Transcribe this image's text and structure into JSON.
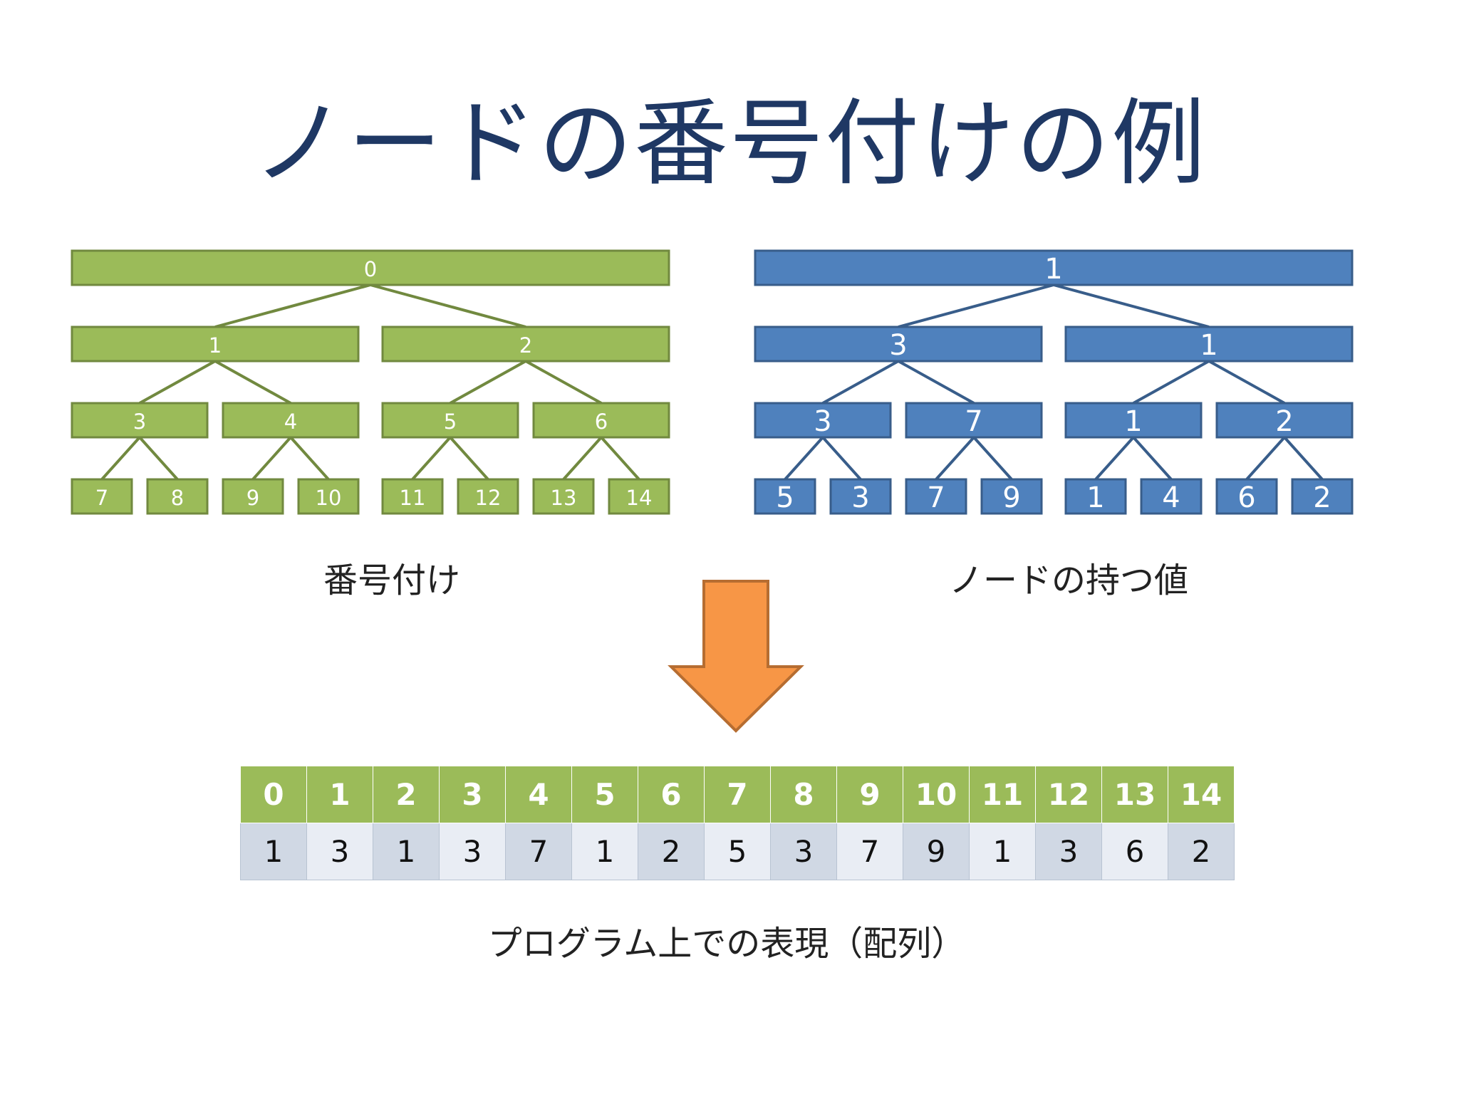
{
  "title": "ノードの番号付けの例",
  "colors": {
    "title": "#1f3864",
    "green_fill": "#9bbb59",
    "green_stroke": "#71893f",
    "blue_fill": "#4f81bd",
    "blue_stroke": "#385d8a",
    "arrow_fill": "#f79646",
    "arrow_stroke": "#b66d31"
  },
  "left_tree": {
    "caption": "番号付け",
    "levels": [
      [
        "0"
      ],
      [
        "1",
        "2"
      ],
      [
        "3",
        "4",
        "5",
        "6"
      ],
      [
        "7",
        "8",
        "9",
        "10",
        "11",
        "12",
        "13",
        "14"
      ]
    ]
  },
  "right_tree": {
    "caption": "ノードの持つ値",
    "levels": [
      [
        "1"
      ],
      [
        "3",
        "1"
      ],
      [
        "3",
        "7",
        "1",
        "2"
      ],
      [
        "5",
        "3",
        "7",
        "9",
        "1",
        "4",
        "6",
        "2"
      ]
    ]
  },
  "arrow": {
    "icon": "down-arrow-icon"
  },
  "array": {
    "indices": [
      "0",
      "1",
      "2",
      "3",
      "4",
      "5",
      "6",
      "7",
      "8",
      "9",
      "10",
      "11",
      "12",
      "13",
      "14"
    ],
    "values": [
      "1",
      "3",
      "1",
      "3",
      "7",
      "1",
      "2",
      "5",
      "3",
      "7",
      "9",
      "1",
      "3",
      "6",
      "2"
    ],
    "caption": "プログラム上での表現（配列）"
  }
}
